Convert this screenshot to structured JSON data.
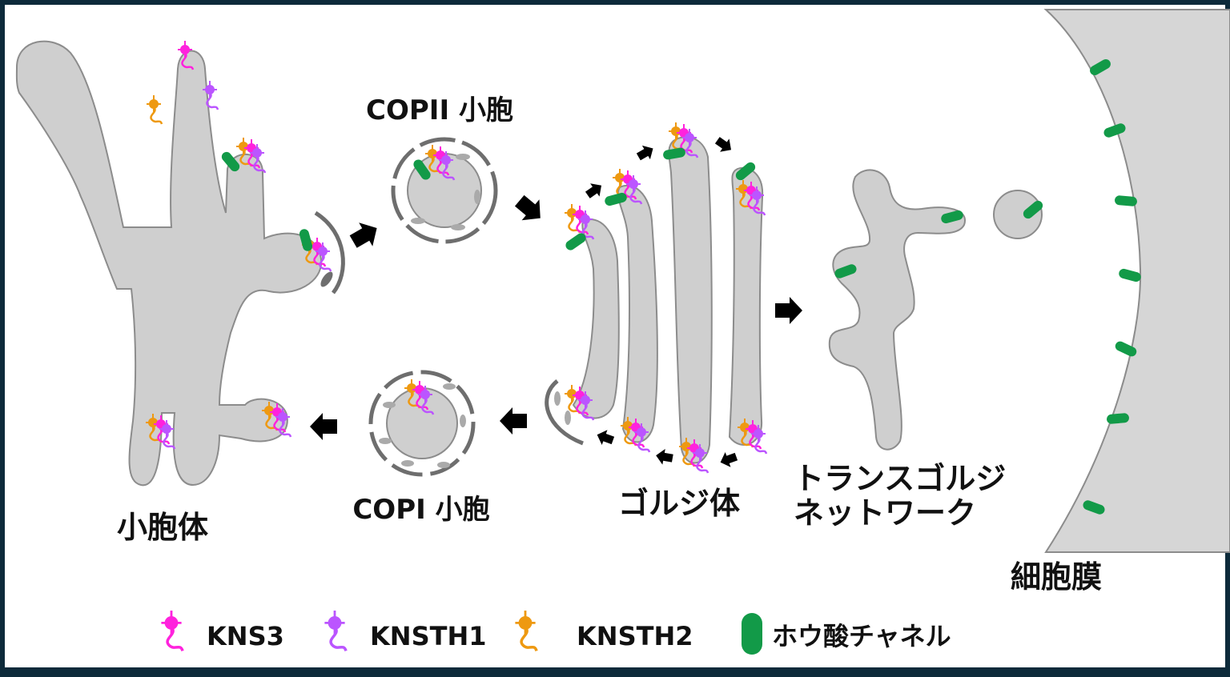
{
  "labels": {
    "copii": "COPII 小胞",
    "copi": "COPI 小胞",
    "er": "小胞体",
    "golgi": "ゴルジ体",
    "tgn_line1": "トランスゴルジ",
    "tgn_line2": "ネットワーク",
    "pm": "細胞膜"
  },
  "legend": [
    {
      "icon": "kns3-protein-icon",
      "label": "KNS3",
      "color": "#ff22dd"
    },
    {
      "icon": "knsth1-protein-icon",
      "label": "KNSTH1",
      "color": "#bb55ff"
    },
    {
      "icon": "knsth2-protein-icon",
      "label": "KNSTH2",
      "color": "#ee9911"
    },
    {
      "icon": "boric-acid-channel-icon",
      "label": "ホウ酸チャネル",
      "color": "#129a48"
    }
  ],
  "colors": {
    "organelle": "#cfcfcf",
    "outline": "#8c8c8c",
    "coat": "#6e6e6e",
    "arrow": "#000000",
    "frame": "#0d2a3a"
  }
}
